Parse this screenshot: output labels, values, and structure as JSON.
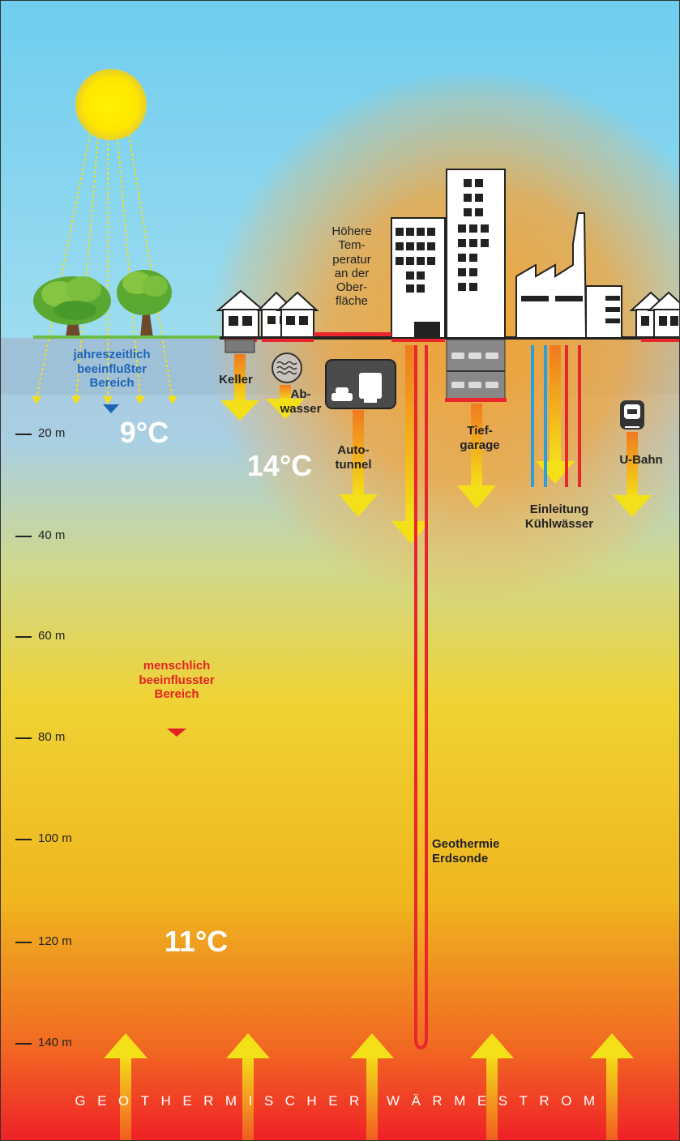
{
  "labels": {
    "seasonal_zone": "jahreszeitlich\nbeeinflußter\nBereich",
    "seasonal_temp": "9°C",
    "human_zone": "menschlich\nbeeinflusster\nBereich",
    "deep_temp": "11°C",
    "urban_temp": "14°C",
    "surface_temp": "Höhere\nTem-\nperatur\nan der\nOber-\nfläche",
    "basement": "Keller",
    "sewage": "Ab-\nwasser",
    "road_tunnel": "Auto-\ntunnel",
    "underground_garage": "Tief-\ngarage",
    "subway": "U-Bahn",
    "cooling_water": "Einleitung\nKühlwässer",
    "geothermal_probe": "Geothermie\nErdsonde",
    "heat_flow": "GEOTHERMISCHER WÄRMESTROM"
  },
  "depth_scale": [
    {
      "label": "20 m"
    },
    {
      "label": "40 m"
    },
    {
      "label": "60 m"
    },
    {
      "label": "80 m"
    },
    {
      "label": "100 m"
    },
    {
      "label": "120 m"
    },
    {
      "label": "140 m"
    }
  ],
  "colors": {
    "sky": "#7fd3f0",
    "ground_top": "#9fc6e0",
    "ground_mid": "#f2d233",
    "ground_bottom": "#f0232a",
    "heat_glow": "#f5a623",
    "arrow": "#f4e019",
    "arrow_tail": "#f08a1f",
    "grass": "#6cbd45",
    "pipe_red": "#e8262b",
    "pipe_blue": "#2a9fd8",
    "seasonal_text": "#1f63b8",
    "human_text": "#e52124"
  },
  "icons": [
    "sun-icon",
    "tree-icon",
    "house-icon",
    "office-tower-icon",
    "factory-icon",
    "car-icon",
    "truck-icon",
    "train-icon",
    "sewage-icon"
  ]
}
